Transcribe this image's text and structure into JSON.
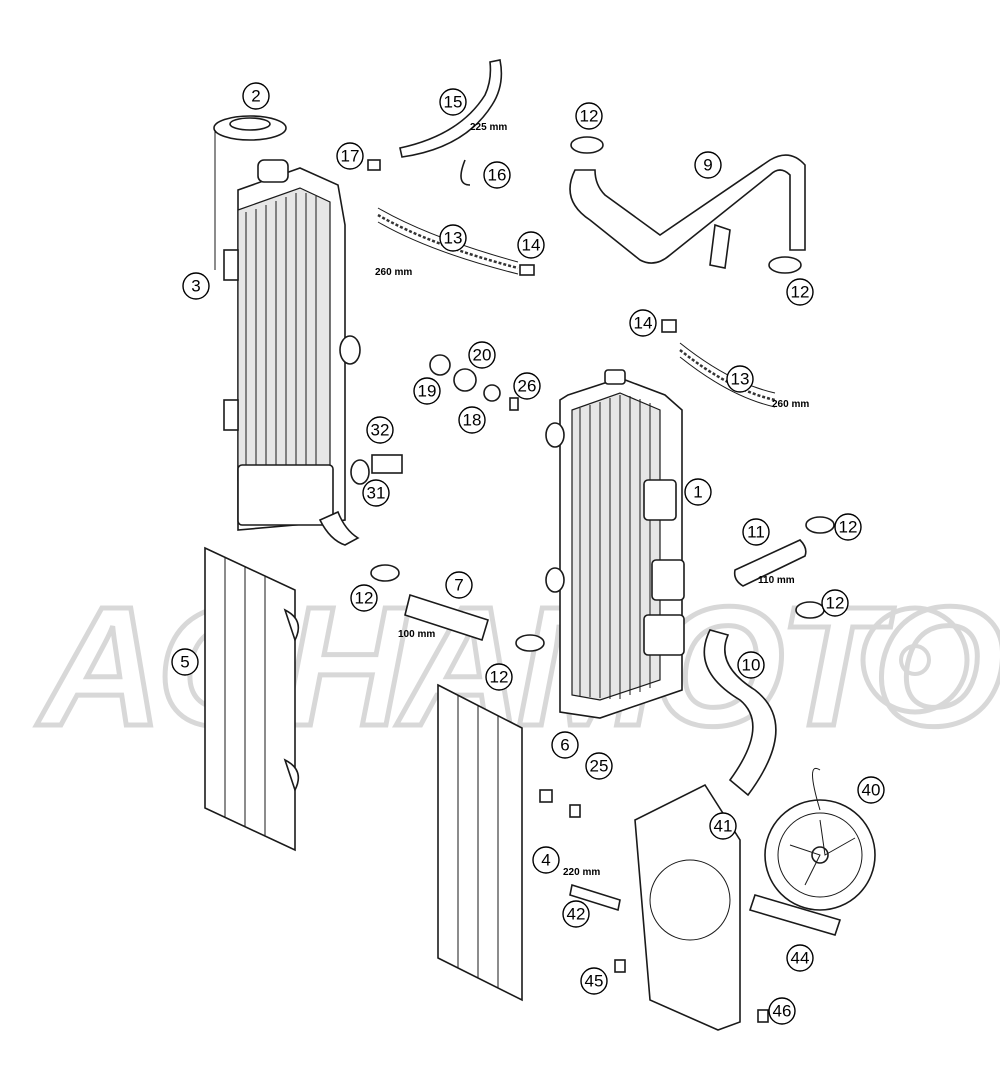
{
  "watermark": {
    "text": "AGHAMOTO"
  },
  "callouts": [
    {
      "id": "c1",
      "label": "1"
    },
    {
      "id": "c2",
      "label": "2"
    },
    {
      "id": "c3",
      "label": "3"
    },
    {
      "id": "c4",
      "label": "4"
    },
    {
      "id": "c5",
      "label": "5"
    },
    {
      "id": "c6",
      "label": "6"
    },
    {
      "id": "c7",
      "label": "7"
    },
    {
      "id": "c9",
      "label": "9"
    },
    {
      "id": "c10",
      "label": "10"
    },
    {
      "id": "c11",
      "label": "11"
    },
    {
      "id": "c12a",
      "label": "12"
    },
    {
      "id": "c12b",
      "label": "12"
    },
    {
      "id": "c12c",
      "label": "12"
    },
    {
      "id": "c12d",
      "label": "12"
    },
    {
      "id": "c12e",
      "label": "12"
    },
    {
      "id": "c12f",
      "label": "12"
    },
    {
      "id": "c13a",
      "label": "13"
    },
    {
      "id": "c13b",
      "label": "13"
    },
    {
      "id": "c14a",
      "label": "14"
    },
    {
      "id": "c14b",
      "label": "14"
    },
    {
      "id": "c15",
      "label": "15"
    },
    {
      "id": "c16",
      "label": "16"
    },
    {
      "id": "c17",
      "label": "17"
    },
    {
      "id": "c18",
      "label": "18"
    },
    {
      "id": "c19",
      "label": "19"
    },
    {
      "id": "c20",
      "label": "20"
    },
    {
      "id": "c25",
      "label": "25"
    },
    {
      "id": "c26",
      "label": "26"
    },
    {
      "id": "c31",
      "label": "31"
    },
    {
      "id": "c32",
      "label": "32"
    },
    {
      "id": "c40",
      "label": "40"
    },
    {
      "id": "c41",
      "label": "41"
    },
    {
      "id": "c42",
      "label": "42"
    },
    {
      "id": "c44",
      "label": "44"
    },
    {
      "id": "c45",
      "label": "45"
    },
    {
      "id": "c46",
      "label": "46"
    }
  ],
  "dimensions": {
    "hose15": "225 mm",
    "hose13a": "260 mm",
    "hose13b": "260 mm",
    "hose11": "110 mm",
    "hose7": "100 mm",
    "hose42": "220 mm"
  }
}
